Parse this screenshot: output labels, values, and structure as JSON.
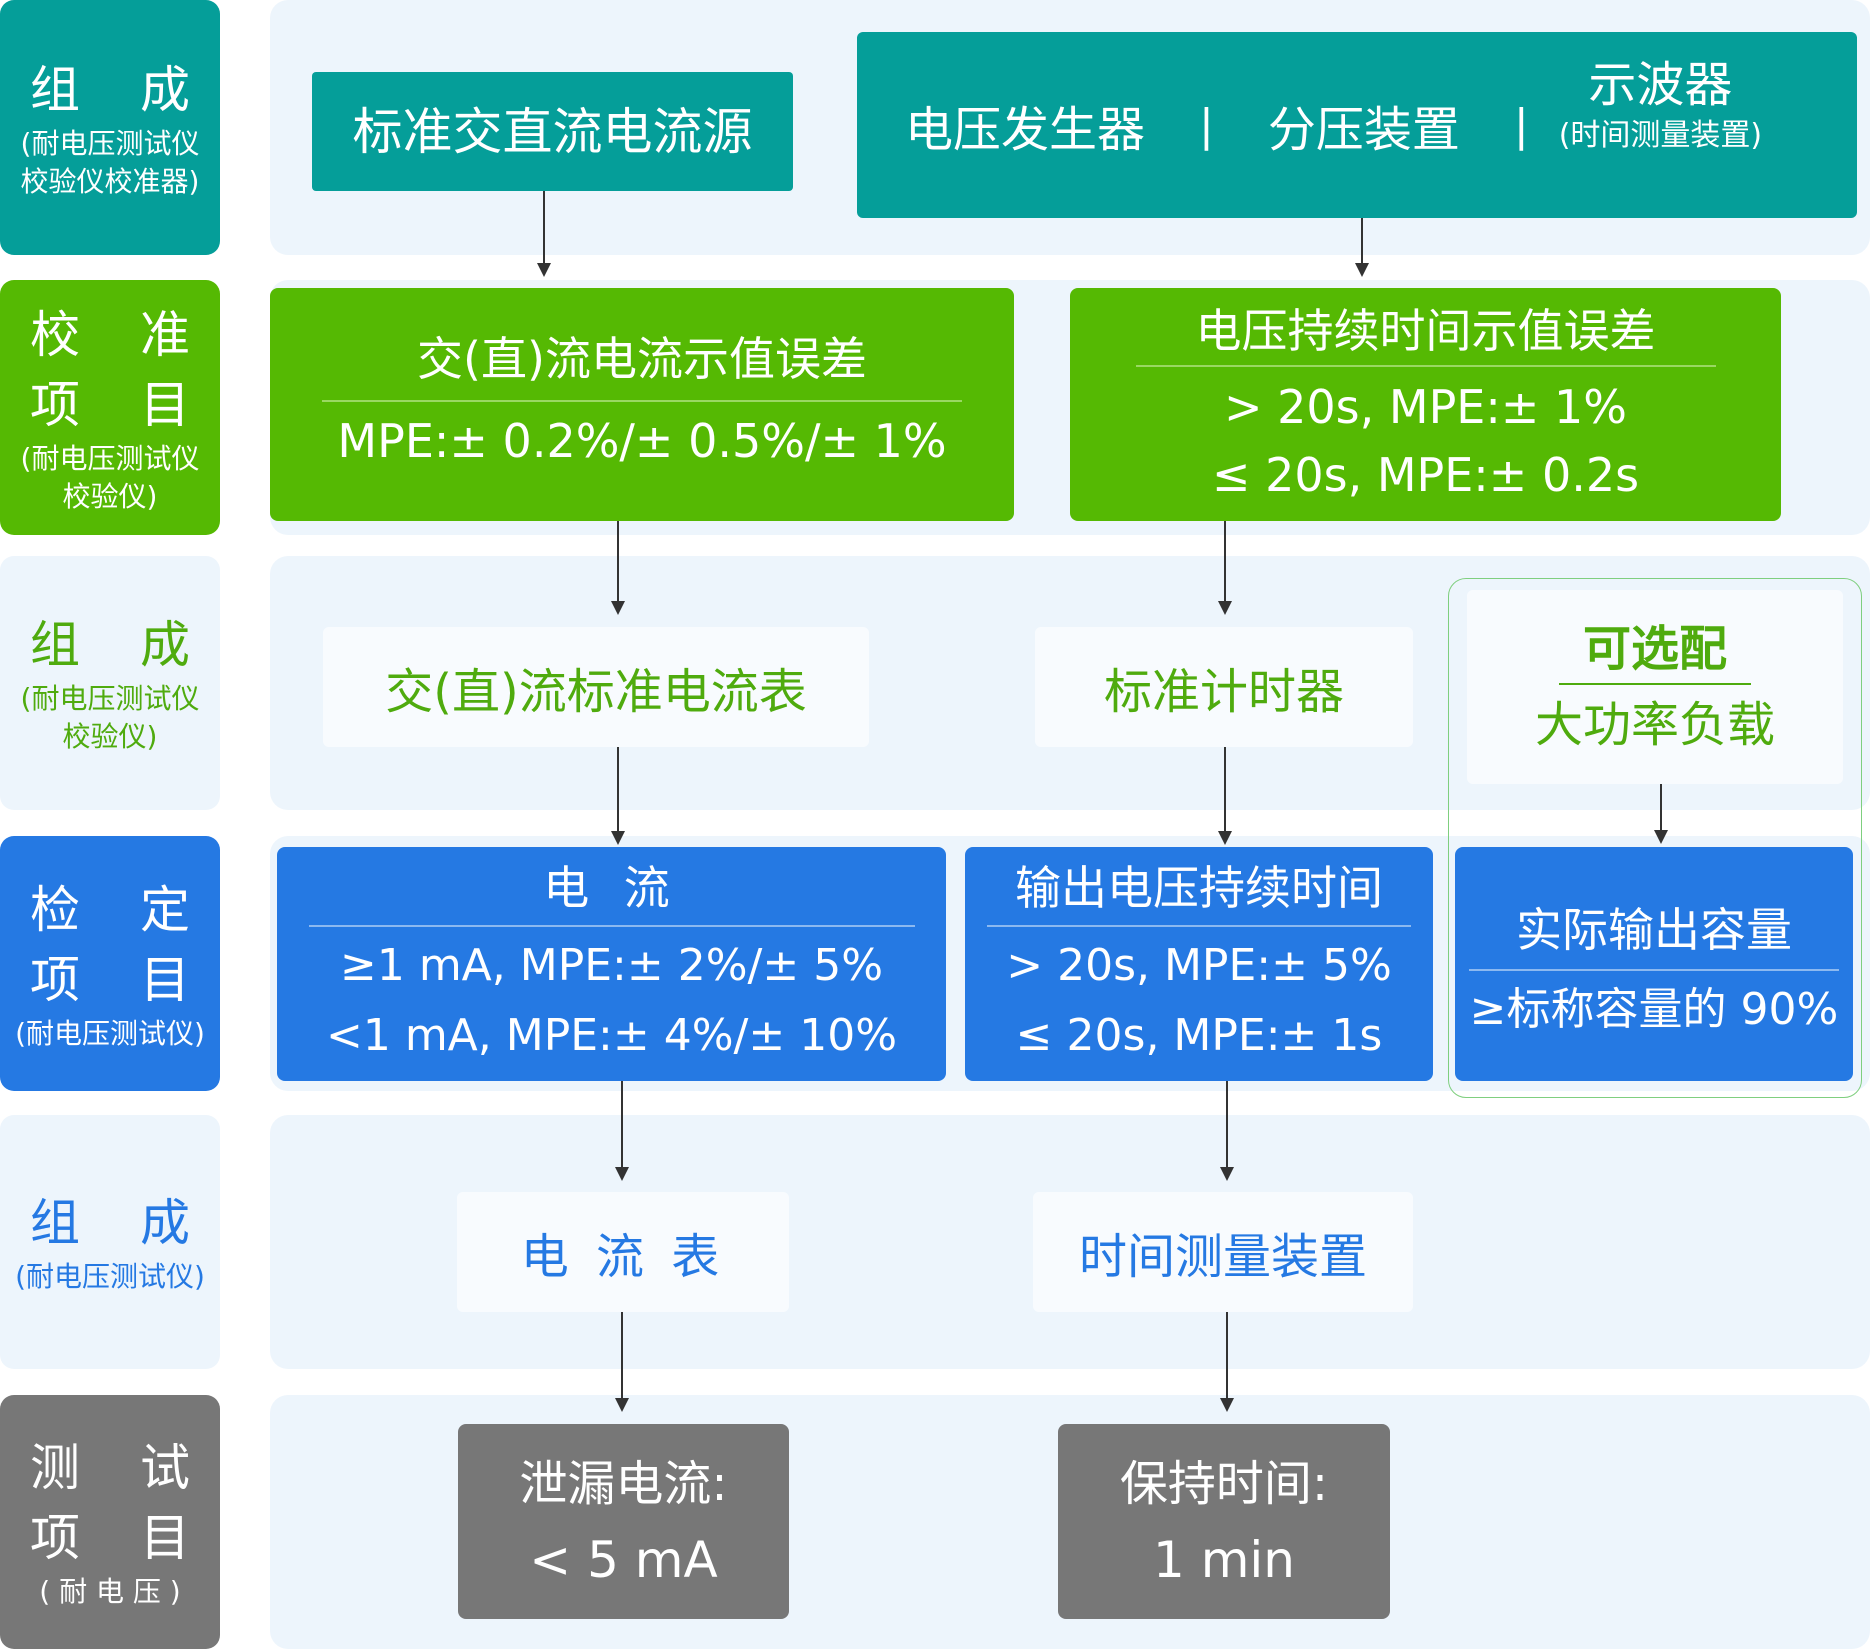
{
  "colors": {
    "teal": "#059e99",
    "green": "#55b903",
    "blue": "#2579e3",
    "gray": "#777777",
    "panel_bg": "#edf5fc",
    "green_text": "#4fab0e",
    "blue_text": "#2579e3"
  },
  "rows": [
    {
      "label": {
        "title": "组 成",
        "subtitle_lines": [
          "(耐电压测试仪",
          "校验仪校准器)"
        ]
      },
      "boxes": [
        {
          "text": "标准交直流电流源"
        },
        {
          "items": [
            "电压发生器",
            "|",
            "分压装置",
            "|"
          ],
          "right_title": "示波器",
          "right_subtitle": "(时间测量装置)"
        }
      ]
    },
    {
      "label": {
        "title_lines": [
          "校 准",
          "项 目"
        ],
        "subtitle_lines": [
          "(耐电压测试仪",
          "校验仪)"
        ]
      },
      "boxes": [
        {
          "title": "交(直)流电流示值误差",
          "lines": [
            "MPE:± 0.2%/± 0.5%/± 1%"
          ]
        },
        {
          "title": "电压持续时间示值误差",
          "lines": [
            "> 20s,  MPE:± 1%",
            "≤ 20s, MPE:± 0.2s"
          ]
        }
      ]
    },
    {
      "label": {
        "title": "组 成",
        "subtitle_lines": [
          "(耐电压测试仪",
          "校验仪)"
        ]
      },
      "boxes": [
        {
          "text": "交(直)流标准电流表"
        },
        {
          "text": "标准计时器"
        },
        {
          "title": "可选配",
          "text": "大功率负载"
        }
      ]
    },
    {
      "label": {
        "title_lines": [
          "检 定",
          "项 目"
        ],
        "subtitle_lines": [
          "(耐电压测试仪)"
        ]
      },
      "boxes": [
        {
          "title": "电 流",
          "lines": [
            "≥1 mA,  MPE:± 2%/± 5%",
            "<1 mA,  MPE:± 4%/± 10%"
          ]
        },
        {
          "title": "输出电压持续时间",
          "lines": [
            "> 20s, MPE:± 5%",
            "≤ 20s, MPE:± 1s"
          ]
        },
        {
          "title": "实际输出容量",
          "lines": [
            "≥标称容量的 90%"
          ]
        }
      ]
    },
    {
      "label": {
        "title": "组 成",
        "subtitle_lines": [
          "(耐电压测试仪)"
        ]
      },
      "boxes": [
        {
          "text": "电 流 表"
        },
        {
          "text": "时间测量装置"
        }
      ]
    },
    {
      "label": {
        "title_lines": [
          "测 试",
          "项 目"
        ],
        "subtitle_lines": [
          "( 耐 电 压 )"
        ]
      },
      "boxes": [
        {
          "lines": [
            "泄漏电流:",
            "< 5 mA"
          ]
        },
        {
          "lines": [
            "保持时间:",
            "1 min"
          ]
        }
      ]
    }
  ]
}
